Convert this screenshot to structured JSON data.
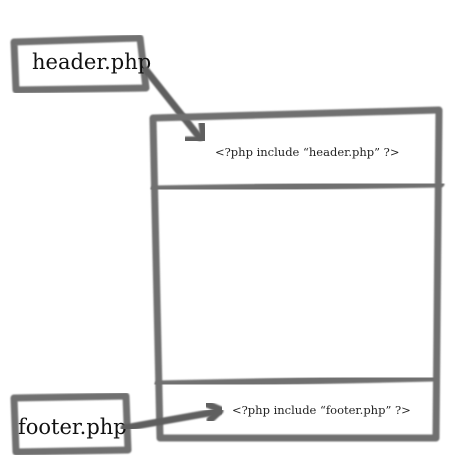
{
  "diagram": {
    "header_file_label": "header.php",
    "footer_file_label": "footer.php",
    "header_include_code": "<?php include “header.php” ?>",
    "footer_include_code": "<?php include “footer.php” ?>",
    "stroke_color": "#6f6f6f",
    "background_color": "#ffffff"
  }
}
